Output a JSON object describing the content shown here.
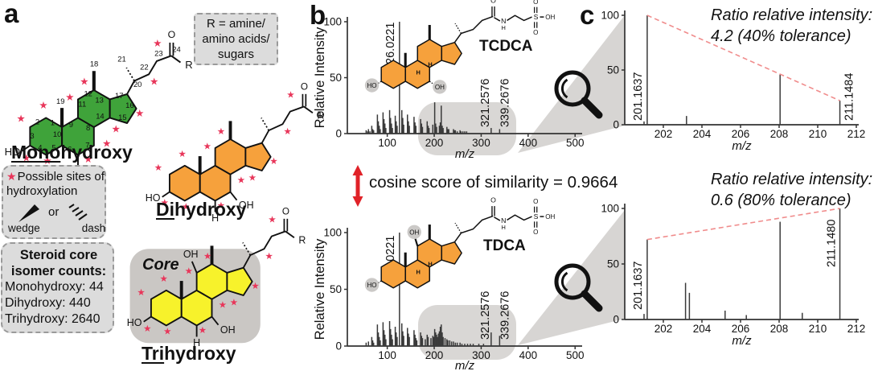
{
  "panel_labels": {
    "a": "a",
    "b": "b",
    "c": "c"
  },
  "colors": {
    "mono_green": "#3FA33A",
    "di_orange": "#F6A13C",
    "tri_yellow": "#F7F22B",
    "star_red": "#E8365A",
    "arrow_red": "#E02228",
    "dash_red": "#F08C8C",
    "gray_wedge": "#D7D5D3",
    "core_gray": "#CAC7C4",
    "circle_gray": "#CBC9C7",
    "stem": "#3A3A3A"
  },
  "panel_a": {
    "r_box_lines": [
      "R = amine/",
      "amino acids/",
      "sugars"
    ],
    "mono": {
      "prefix": "Mono",
      "rest": "hydroxy"
    },
    "di": {
      "prefix": "Di",
      "rest": "hydroxy"
    },
    "tri": {
      "prefix": "Tri",
      "rest": "hydroxy"
    },
    "core_label": "Core",
    "atom_labels": {
      "ho": "HO",
      "oh": "OH",
      "h": "H",
      "o": "O",
      "r": "R"
    },
    "carbon_numbers": [
      "1",
      "2",
      "3",
      "4",
      "5",
      "6",
      "7",
      "8",
      "9",
      "10",
      "11",
      "12",
      "13",
      "14",
      "15",
      "16",
      "17",
      "18",
      "19",
      "20",
      "21",
      "22",
      "23",
      "24"
    ],
    "sites_box": {
      "star": "★",
      "line1": "Possible sites of",
      "line2": "hydroxylation",
      "or": "or",
      "wedge_label": "wedge",
      "dash_label": "dash"
    },
    "counts_box": {
      "title_line1": "Steroid core",
      "title_line2": "isomer counts:",
      "rows": [
        "Monohydroxy: 44",
        "Dihydroxy: 440",
        "Trihydroxy: 2640"
      ]
    }
  },
  "panel_b": {
    "cosine_text": "cosine score of similarity = 0.9664",
    "structures": {
      "tcdca": {
        "name": "TCDCA",
        "ho": "HO",
        "oh": "OH",
        "o": "O",
        "n": "N",
        "h": "H",
        "s": "S",
        "s_oh": "OH"
      },
      "tdca": {
        "name": "TDCA",
        "ho": "HO",
        "oh": "OH",
        "o": "O",
        "n": "N",
        "h": "H",
        "s": "S",
        "s_oh": "OH"
      }
    }
  },
  "panel_c": {
    "top_annotation": [
      "Ratio relative intensity:",
      "4.2 (40% tolerance)"
    ],
    "bottom_annotation": [
      "Ratio relative intensity:",
      "0.6 (80% tolerance)"
    ]
  },
  "chart_data": [
    {
      "id": "b_top",
      "type": "bar",
      "name": "TCDCA MS/MS spectrum",
      "xlabel": "m/z",
      "ylabel": "Relative Intensity",
      "xlim": [
        15,
        515
      ],
      "ylim": [
        0,
        100
      ],
      "xticks": [
        100,
        200,
        300,
        400,
        500
      ],
      "yticks": [
        0,
        50,
        100
      ],
      "peaks": [
        [
          55,
          3
        ],
        [
          58,
          2
        ],
        [
          60,
          4
        ],
        [
          63,
          2
        ],
        [
          67,
          7
        ],
        [
          69,
          4
        ],
        [
          71,
          3
        ],
        [
          79,
          17
        ],
        [
          81,
          11
        ],
        [
          83,
          7
        ],
        [
          85,
          4
        ],
        [
          91,
          19
        ],
        [
          93,
          13
        ],
        [
          95,
          9
        ],
        [
          97,
          5
        ],
        [
          105,
          21
        ],
        [
          107,
          14
        ],
        [
          109,
          9
        ],
        [
          111,
          5
        ],
        [
          117,
          16
        ],
        [
          119,
          11
        ],
        [
          121,
          7
        ],
        [
          126.0221,
          100
        ],
        [
          131,
          21
        ],
        [
          133,
          14
        ],
        [
          135,
          8
        ],
        [
          143,
          17
        ],
        [
          145,
          11
        ],
        [
          147,
          7
        ],
        [
          157,
          15
        ],
        [
          159,
          10
        ],
        [
          161,
          7
        ],
        [
          171,
          13
        ],
        [
          173,
          9
        ],
        [
          175,
          6
        ],
        [
          185,
          11
        ],
        [
          187,
          7
        ],
        [
          189,
          5
        ],
        [
          197,
          8
        ],
        [
          201,
          28
        ],
        [
          203,
          9
        ],
        [
          205,
          6
        ],
        [
          211,
          7
        ],
        [
          213,
          10
        ],
        [
          215,
          25
        ],
        [
          217,
          7
        ],
        [
          219,
          5
        ],
        [
          227,
          6
        ],
        [
          229,
          4
        ],
        [
          231,
          4
        ],
        [
          241,
          4
        ],
        [
          243,
          3
        ],
        [
          245,
          3
        ],
        [
          249,
          2
        ],
        [
          255,
          3
        ],
        [
          257,
          2
        ],
        [
          261,
          2
        ],
        [
          265,
          2
        ],
        [
          269,
          2
        ],
        [
          321.2576,
          5
        ],
        [
          339.2676,
          4
        ]
      ],
      "labeled_peaks": [
        {
          "mz": 126.0221,
          "intensity": 100,
          "label": "126.0221"
        },
        {
          "mz": 321.2576,
          "intensity": 5,
          "label": "321.2576"
        },
        {
          "mz": 339.2676,
          "intensity": 4,
          "label": "339.2676"
        }
      ]
    },
    {
      "id": "b_bottom",
      "type": "bar",
      "name": "TDCA MS/MS spectrum",
      "xlabel": "m/z",
      "ylabel": "Relative Intensity",
      "xlim": [
        15,
        515
      ],
      "ylim": [
        0,
        100
      ],
      "xticks": [
        100,
        200,
        300,
        400,
        500
      ],
      "yticks": [
        0,
        50,
        100
      ],
      "peaks": [
        [
          55,
          3
        ],
        [
          60,
          4
        ],
        [
          67,
          8
        ],
        [
          69,
          5
        ],
        [
          71,
          3
        ],
        [
          79,
          19
        ],
        [
          81,
          12
        ],
        [
          83,
          8
        ],
        [
          85,
          5
        ],
        [
          91,
          21
        ],
        [
          93,
          14
        ],
        [
          95,
          10
        ],
        [
          97,
          6
        ],
        [
          105,
          22
        ],
        [
          107,
          15
        ],
        [
          109,
          10
        ],
        [
          111,
          6
        ],
        [
          117,
          17
        ],
        [
          119,
          12
        ],
        [
          121,
          8
        ],
        [
          126.0221,
          100
        ],
        [
          131,
          20
        ],
        [
          133,
          13
        ],
        [
          135,
          9
        ],
        [
          143,
          16
        ],
        [
          145,
          11
        ],
        [
          147,
          8
        ],
        [
          157,
          14
        ],
        [
          159,
          10
        ],
        [
          161,
          7
        ],
        [
          163,
          5
        ],
        [
          171,
          12
        ],
        [
          173,
          9
        ],
        [
          175,
          7
        ],
        [
          181,
          6
        ],
        [
          185,
          10
        ],
        [
          187,
          8
        ],
        [
          193,
          7
        ],
        [
          197,
          9
        ],
        [
          199,
          8
        ],
        [
          201,
          15
        ],
        [
          203,
          12
        ],
        [
          205,
          10
        ],
        [
          207,
          8
        ],
        [
          209,
          11
        ],
        [
          211,
          13
        ],
        [
          213,
          17
        ],
        [
          215,
          19
        ],
        [
          217,
          12
        ],
        [
          219,
          8
        ],
        [
          223,
          7
        ],
        [
          227,
          6
        ],
        [
          229,
          5
        ],
        [
          233,
          5
        ],
        [
          237,
          4
        ],
        [
          241,
          4
        ],
        [
          245,
          3
        ],
        [
          249,
          3
        ],
        [
          255,
          3
        ],
        [
          259,
          2
        ],
        [
          265,
          2
        ],
        [
          271,
          2
        ],
        [
          277,
          2
        ],
        [
          283,
          2
        ],
        [
          295,
          2
        ],
        [
          305,
          2
        ],
        [
          321.2576,
          12
        ],
        [
          339.2676,
          9
        ]
      ],
      "labeled_peaks": [
        {
          "mz": 126.0221,
          "intensity": 100,
          "label": "126.0221"
        },
        {
          "mz": 321.2576,
          "intensity": 12,
          "label": "321.2576"
        },
        {
          "mz": 339.2676,
          "intensity": 9,
          "label": "339.2676"
        }
      ]
    },
    {
      "id": "c_top",
      "type": "bar",
      "name": "TCDCA zoom 200-212",
      "xlabel": "m/z",
      "ylabel": "",
      "xlim": [
        200,
        212.125
      ],
      "ylim": [
        0,
        100
      ],
      "xticks": [
        202,
        204,
        206,
        208,
        210,
        212
      ],
      "yticks": [
        0,
        50,
        100
      ],
      "peaks": [
        [
          201.0,
          3
        ],
        [
          201.1637,
          100
        ],
        [
          203.2,
          8
        ],
        [
          208.05,
          46
        ],
        [
          211.1484,
          22
        ]
      ],
      "labeled_peaks": [
        {
          "mz": 201.1637,
          "intensity": 100,
          "label": "201.1637"
        },
        {
          "mz": 211.1484,
          "intensity": 22,
          "label": "211.1484"
        }
      ],
      "ratio_line": {
        "from": [
          201.1637,
          100
        ],
        "to": [
          211.1484,
          22
        ]
      }
    },
    {
      "id": "c_bottom",
      "type": "bar",
      "name": "TDCA zoom 200-212",
      "xlabel": "m/z",
      "ylabel": "",
      "xlim": [
        200,
        212.125
      ],
      "ylim": [
        0,
        100
      ],
      "xticks": [
        202,
        204,
        206,
        208,
        210,
        212
      ],
      "yticks": [
        0,
        50,
        100
      ],
      "peaks": [
        [
          201.0,
          5
        ],
        [
          201.1637,
          72
        ],
        [
          203.15,
          33
        ],
        [
          203.35,
          24
        ],
        [
          205.2,
          8
        ],
        [
          206.3,
          4
        ],
        [
          208.05,
          88
        ],
        [
          209.2,
          6
        ],
        [
          211.148,
          100
        ]
      ],
      "labeled_peaks": [
        {
          "mz": 201.1637,
          "intensity": 72,
          "label": "201.1637"
        },
        {
          "mz": 211.148,
          "intensity": 100,
          "label": "211.1480"
        }
      ],
      "ratio_line": {
        "from": [
          201.1637,
          72
        ],
        "to": [
          211.148,
          100
        ]
      }
    }
  ]
}
